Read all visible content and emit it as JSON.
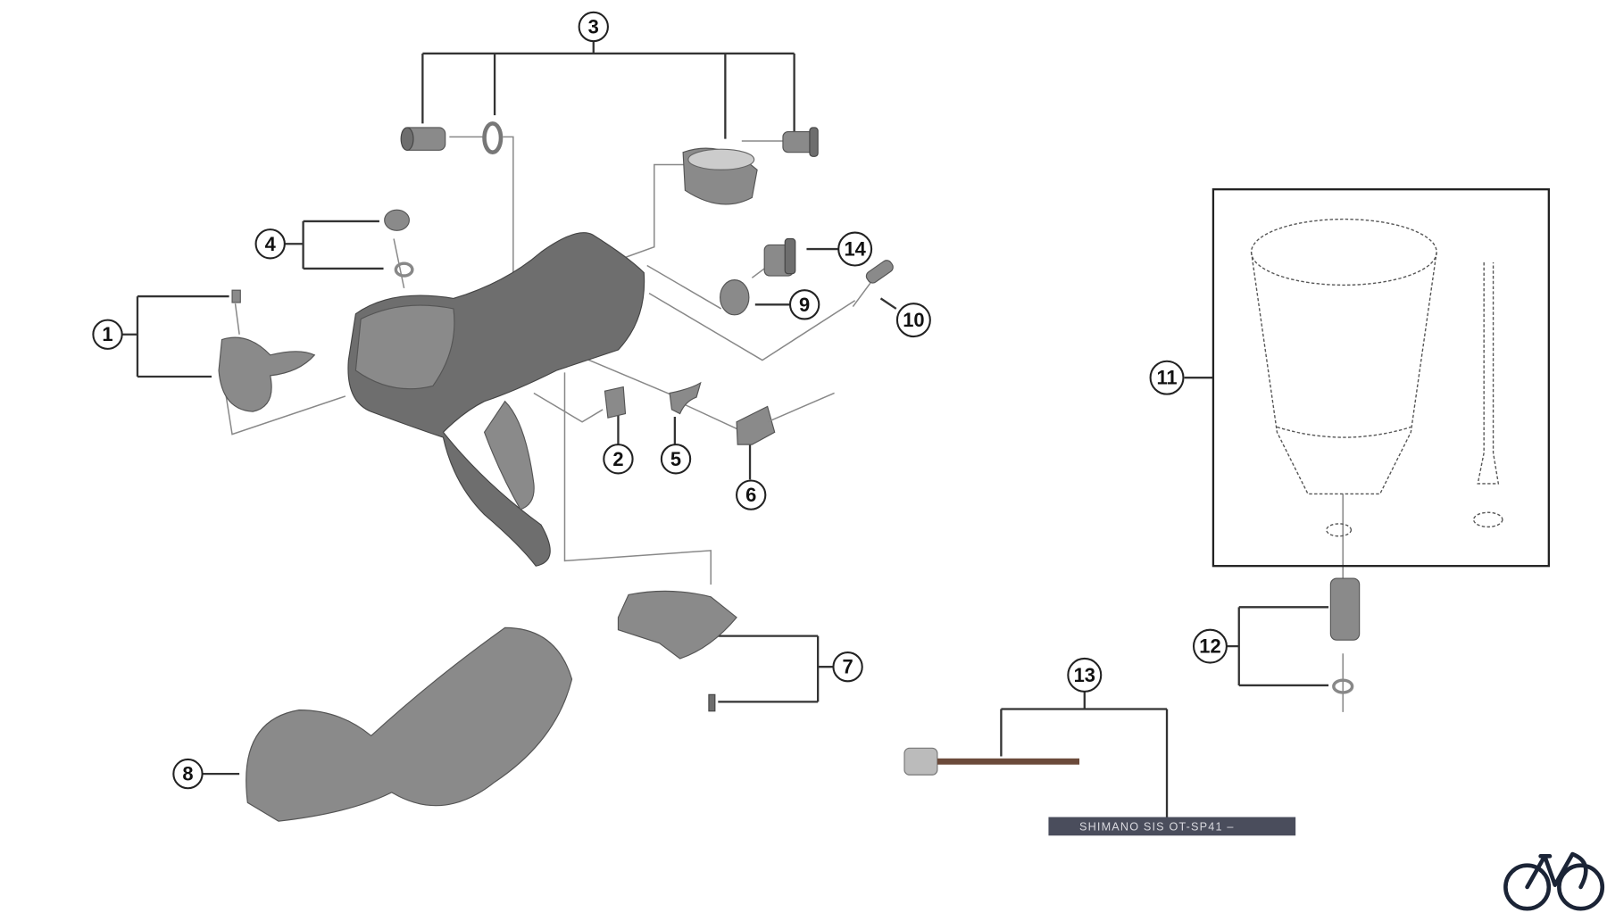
{
  "diagram": {
    "callouts": [
      "1",
      "2",
      "3",
      "4",
      "5",
      "6",
      "7",
      "8",
      "9",
      "10",
      "11",
      "12",
      "13",
      "14"
    ],
    "cable_label": "SHIMANO SIS  OT-SP41 –",
    "logo_icon": "bicycle-logo-icon",
    "colors": {
      "part": "#8a8a8a",
      "logo": "#1b2436",
      "cable": "#4a4d5c",
      "inner_wire": "#6b4a3a"
    }
  }
}
